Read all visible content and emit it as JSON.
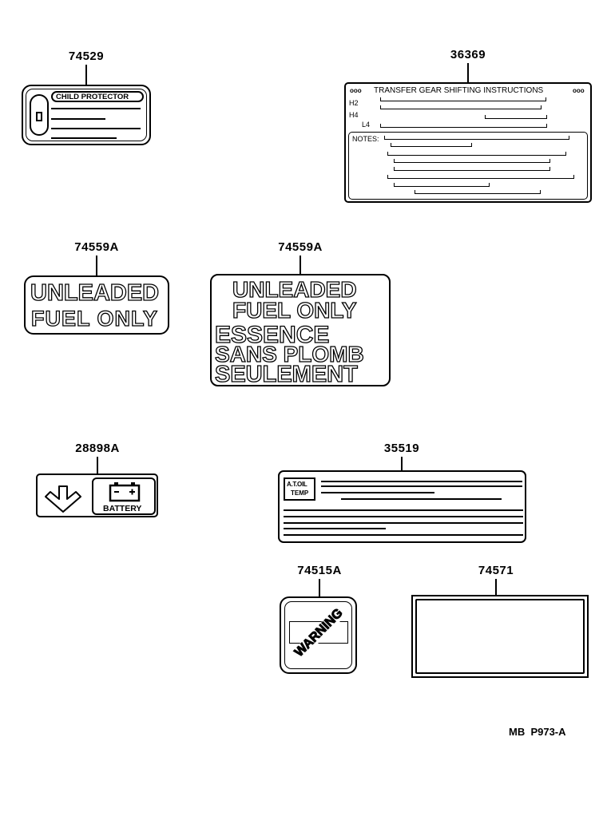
{
  "diagram": {
    "type": "parts-label-catalog",
    "parts": [
      {
        "id": "p1",
        "part_number": "74529",
        "label_text": "CHILD PROTECTOR"
      },
      {
        "id": "p2",
        "part_number": "36369",
        "label_title": "TRANSFER GEAR SHIFTING INSTRUCTIONS",
        "title_dots": "ooo",
        "rows": [
          "H2",
          "H4",
          "L4"
        ],
        "notes_label": "NOTES:"
      },
      {
        "id": "p3",
        "part_number": "74559A",
        "lines": [
          "UNLEADED",
          "FUEL ONLY"
        ]
      },
      {
        "id": "p4",
        "part_number": "74559A",
        "lines": [
          "UNLEADED",
          "FUEL ONLY",
          "ESSENCE",
          "SANS PLOMB",
          "SEULEMENT"
        ]
      },
      {
        "id": "p5",
        "part_number": "28898A",
        "label_text": "BATTERY",
        "icons": [
          "down-arrow-icon",
          "battery-icon"
        ]
      },
      {
        "id": "p6",
        "part_number": "35519",
        "label_text_line1": "A.T.OIL",
        "label_text_line2": "TEMP"
      },
      {
        "id": "p7",
        "part_number": "74515A",
        "label_text": "WARNING"
      },
      {
        "id": "p8",
        "part_number": "74571"
      }
    ],
    "footer_code": "MB  P973-A"
  }
}
